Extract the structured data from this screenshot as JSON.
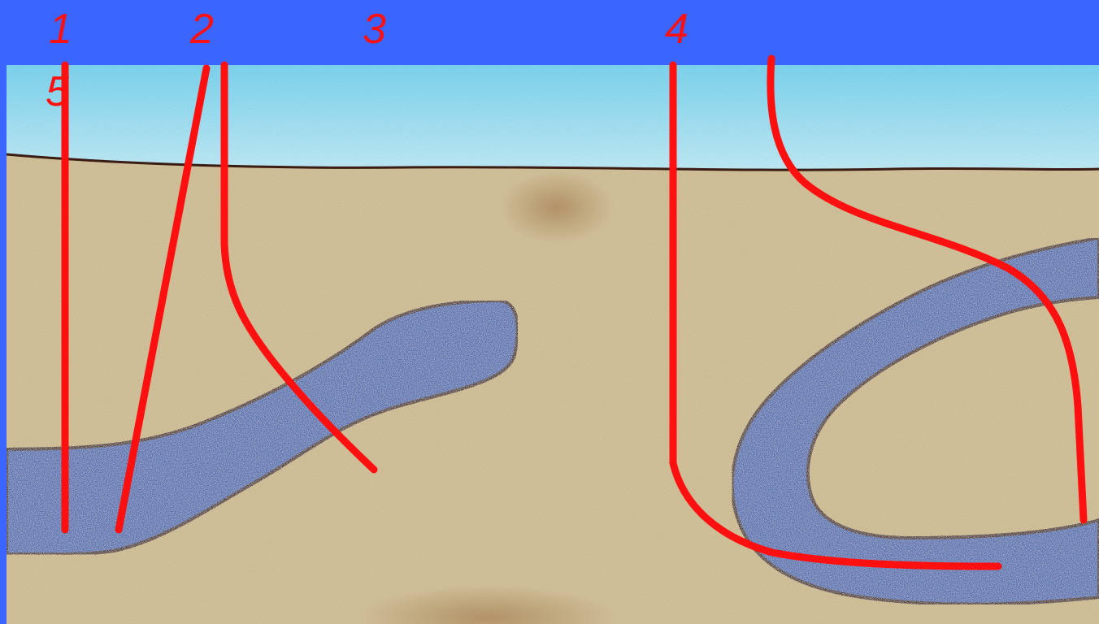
{
  "labels": [
    "1",
    "2",
    "3",
    "4",
    "5"
  ],
  "colors": {
    "frame": "#3a66ff",
    "sky_top": "#6fd3f2",
    "sky_bottom": "#b9ecfa",
    "sand": "#d7c7a0",
    "sand_dark": "#b99a6a",
    "water": "#3f5fa0",
    "outline": "#3a1c12",
    "pointer": "#ff1010"
  }
}
